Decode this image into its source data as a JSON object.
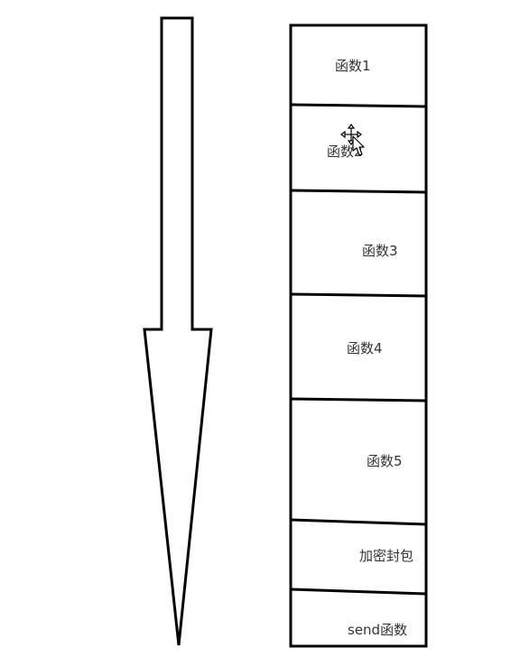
{
  "diagram": {
    "arrow": {
      "direction": "down"
    },
    "stack": {
      "cells": [
        {
          "label": "函数1"
        },
        {
          "label": "函数2"
        },
        {
          "label": "函数3"
        },
        {
          "label": "函数4"
        },
        {
          "label": "函数5"
        },
        {
          "label": "加密封包"
        },
        {
          "label": "send函数"
        }
      ]
    }
  },
  "colors": {
    "stroke": "#000000",
    "text": "#333333",
    "background": "#ffffff"
  },
  "icons": {
    "cursor": "move-cursor-icon"
  }
}
